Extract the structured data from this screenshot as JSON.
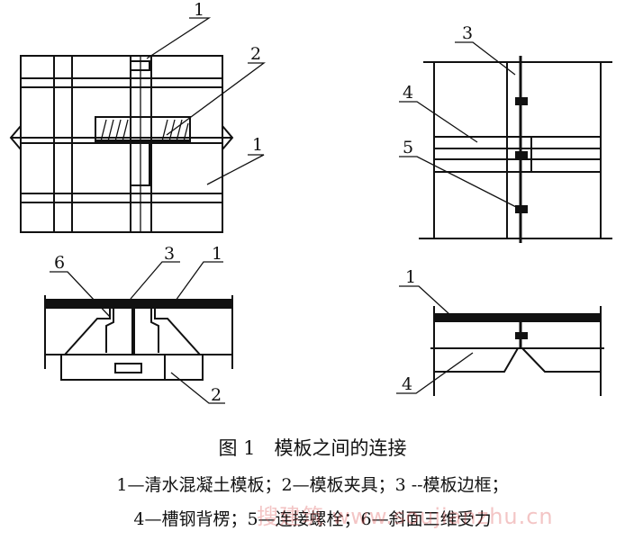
{
  "figure": {
    "title": "图 1　模板之间的连接",
    "legend_line1": "1—清水混凝土模板；2—模板夹具；3 --模板边框；",
    "legend_line2": "4—槽钢背楞；5—连接螺栓；6—斜面三维受力",
    "watermark": "搜建筑 www.soujianzhu.cn"
  },
  "callouts": {
    "top_left": [
      "1",
      "2",
      "1"
    ],
    "bottom_left": [
      "6",
      "3",
      "1",
      "2"
    ],
    "top_right": [
      "3",
      "4",
      "5"
    ],
    "bottom_right": [
      "1",
      "4"
    ]
  }
}
